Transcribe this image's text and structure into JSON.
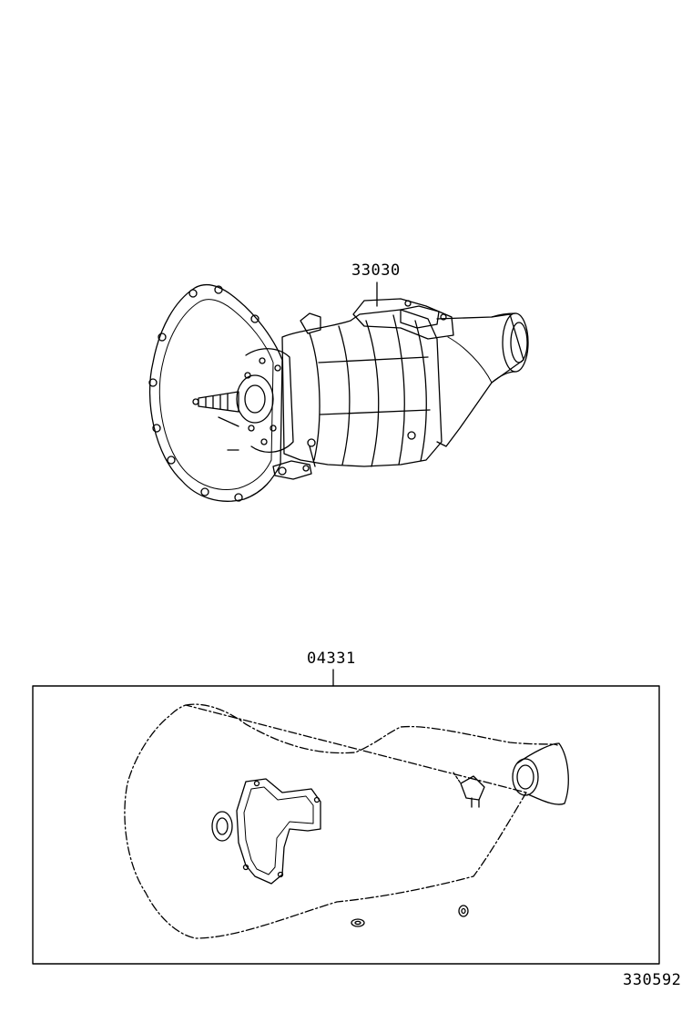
{
  "parts": {
    "transmission_assy": "33030",
    "gasket_kit": "04331"
  },
  "diagram_id": "330592"
}
